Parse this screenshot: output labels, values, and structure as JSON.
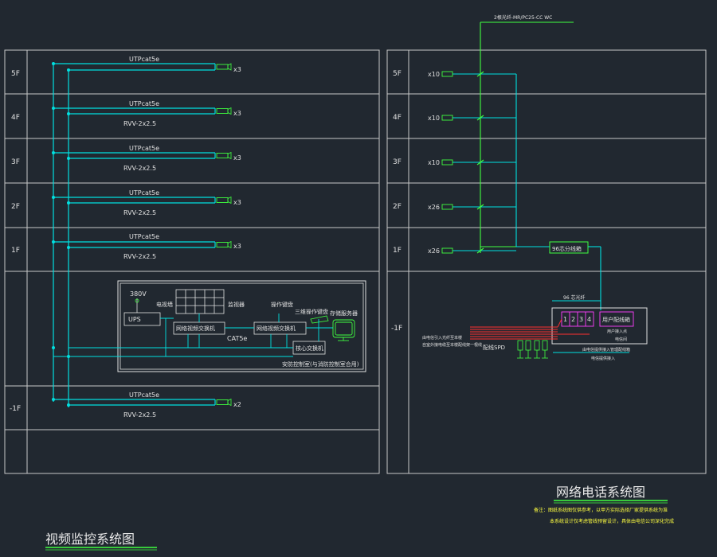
{
  "left_diagram": {
    "floors": [
      "5F",
      "4F",
      "3F",
      "2F",
      "1F",
      "-1F"
    ],
    "rows": [
      {
        "floor": "5F",
        "cable_utp": "UTPcat5e",
        "cable_rvv": "",
        "count": "x3"
      },
      {
        "floor": "4F",
        "cable_utp": "UTPcat5e",
        "cable_rvv": "RVV-2x2.5",
        "count": "x3"
      },
      {
        "floor": "3F",
        "cable_utp": "UTPcat5e",
        "cable_rvv": "RVV-2x2.5",
        "count": "x3"
      },
      {
        "floor": "2F",
        "cable_utp": "UTPcat5e",
        "cable_rvv": "RVV-2x2.5",
        "count": "x3"
      },
      {
        "floor": "1F",
        "cable_utp": "UTPcat5e",
        "cable_rvv": "RVV-2x2.5",
        "count": "x3"
      },
      {
        "floor": "-1F",
        "cable_utp": "UTPcat5e",
        "cable_rvv": "RVV-2x2.5",
        "count": "x2"
      }
    ],
    "control_room": {
      "power": "380V",
      "ups": "UPS",
      "tv_wall_label": "电视墙",
      "monitor_label": "监视器",
      "ptz_label": "操作键盘",
      "keyboard_label": "三维操作键盘",
      "storage_label": "存储服务器",
      "switch_a": "网络视频交换机",
      "switch_b": "网络视频交换机",
      "cat_label": "CAT5e",
      "core_switch": "核心交换机",
      "room_label": "安防控制室(与消防控制室合用)"
    },
    "title": "视频监控系统图"
  },
  "right_diagram": {
    "top_label": "2根光纤-MR/PC25-CC WC",
    "floors": [
      "5F",
      "4F",
      "3F",
      "2F",
      "1F",
      "-1F"
    ],
    "rows": [
      {
        "floor": "5F",
        "count": "x10"
      },
      {
        "floor": "4F",
        "count": "x10"
      },
      {
        "floor": "3F",
        "count": "x10"
      },
      {
        "floor": "2F",
        "count": "x26"
      },
      {
        "floor": "1F",
        "count": "x26"
      }
    ],
    "distribution_box": "96芯分线箱",
    "cable_label": "96 芯光纤",
    "ports": [
      "1",
      "2",
      "3",
      "4"
    ],
    "user_box": "用户配线箱",
    "user_box_sub": "用户接入点",
    "user_box_sub2": "电信间",
    "spd_label": "配线SPD",
    "left_note_1": "由电信引入光纤至本楼",
    "left_note_2": "自室外接电缆至本楼配线架一根线",
    "bottom_note_1": "由电信提供接入管理配线箱",
    "bottom_note_2": "电信提供接入",
    "title": "网络电话系统图",
    "note_1": "备注：图纸系统图仅供参考，以甲方实际选择厂家提供系统为准",
    "note_2": "本系统设计仅考虑管线预留设计，具体由电信公司深化完成"
  },
  "colors": {
    "background": "#212830",
    "grid": "#c8c8c8",
    "cable": "#00e0e0",
    "device": "#40ff40",
    "fiber": "#40ff40",
    "spd": "#ff3030",
    "magenta": "#ff40ff",
    "note": "#ffff40"
  }
}
